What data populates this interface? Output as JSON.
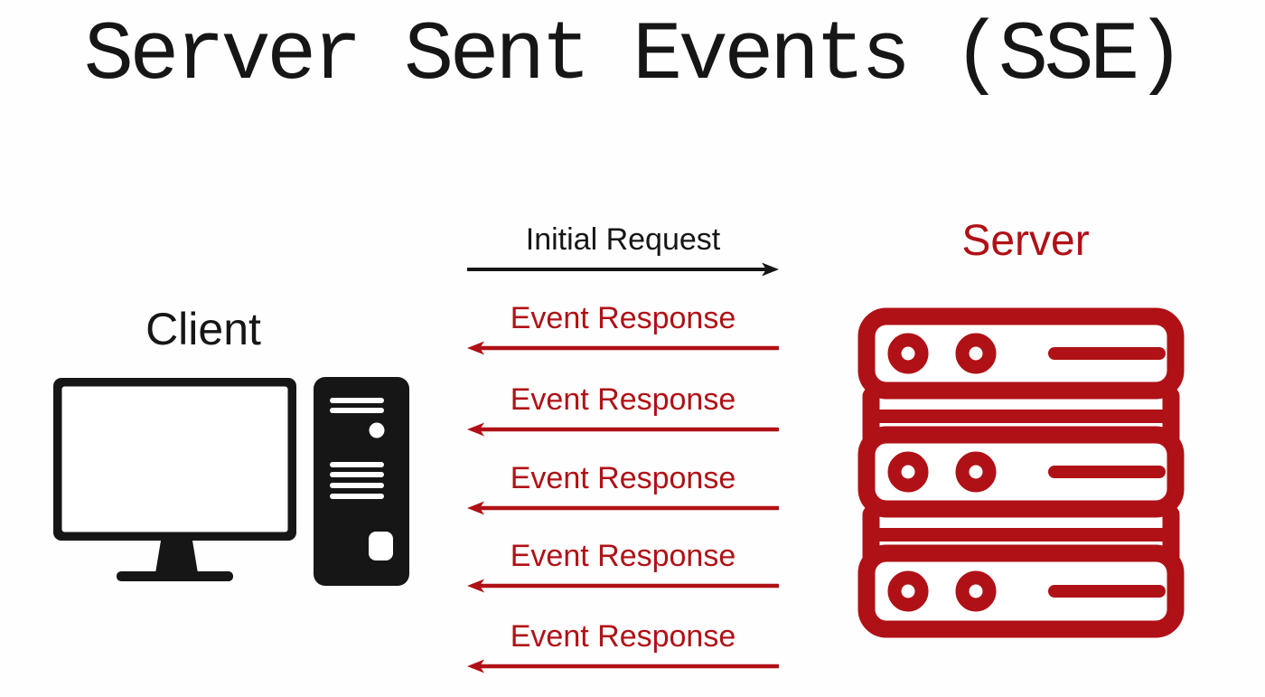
{
  "title": "Server Sent Events (SSE)",
  "client": {
    "label": "Client",
    "icon": "desktop-computer-icon"
  },
  "server": {
    "label": "Server",
    "icon": "server-stack-icon"
  },
  "flow": {
    "messages": [
      {
        "label": "Initial Request",
        "direction": "client-to-server",
        "color": "#161616"
      },
      {
        "label": "Event Response",
        "direction": "server-to-client",
        "color": "#b01116"
      },
      {
        "label": "Event Response",
        "direction": "server-to-client",
        "color": "#b01116"
      },
      {
        "label": "Event Response",
        "direction": "server-to-client",
        "color": "#b01116"
      },
      {
        "label": "Event Response",
        "direction": "server-to-client",
        "color": "#b01116"
      },
      {
        "label": "Event Response",
        "direction": "server-to-client",
        "color": "#b01116"
      }
    ]
  },
  "colors": {
    "accent_red": "#b01116",
    "text_black": "#161616",
    "background": "#fffefe"
  }
}
